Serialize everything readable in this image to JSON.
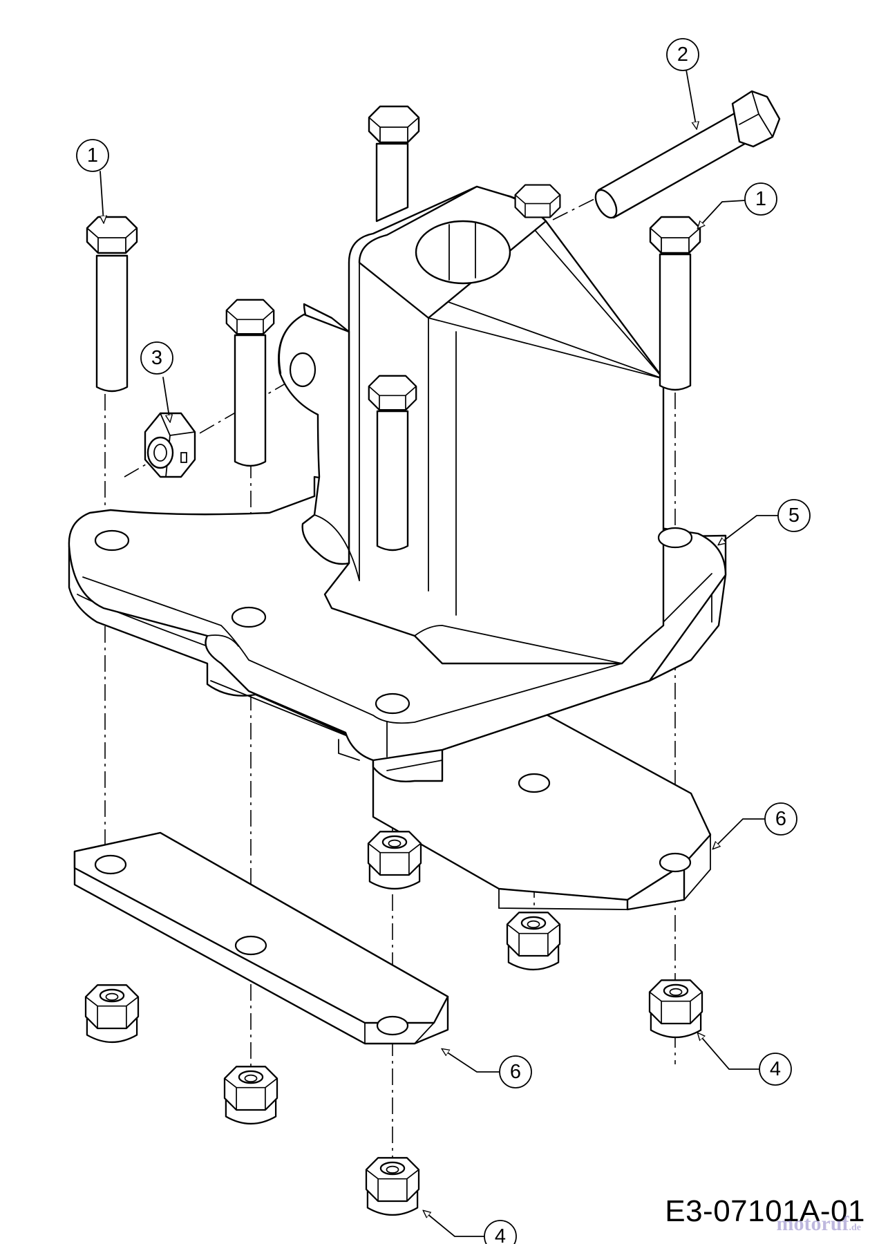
{
  "diagram": {
    "drawing_code": "E3-07101A-01",
    "watermark": {
      "main": "motoruf",
      "suffix": ".de"
    },
    "callouts": [
      {
        "id": "callout-1a",
        "label": "1"
      },
      {
        "id": "callout-1b",
        "label": "1"
      },
      {
        "id": "callout-2",
        "label": "2"
      },
      {
        "id": "callout-3",
        "label": "3"
      },
      {
        "id": "callout-4a",
        "label": "4"
      },
      {
        "id": "callout-4b",
        "label": "4"
      },
      {
        "id": "callout-5",
        "label": "5"
      },
      {
        "id": "callout-6a",
        "label": "6"
      },
      {
        "id": "callout-6b",
        "label": "6"
      }
    ]
  }
}
